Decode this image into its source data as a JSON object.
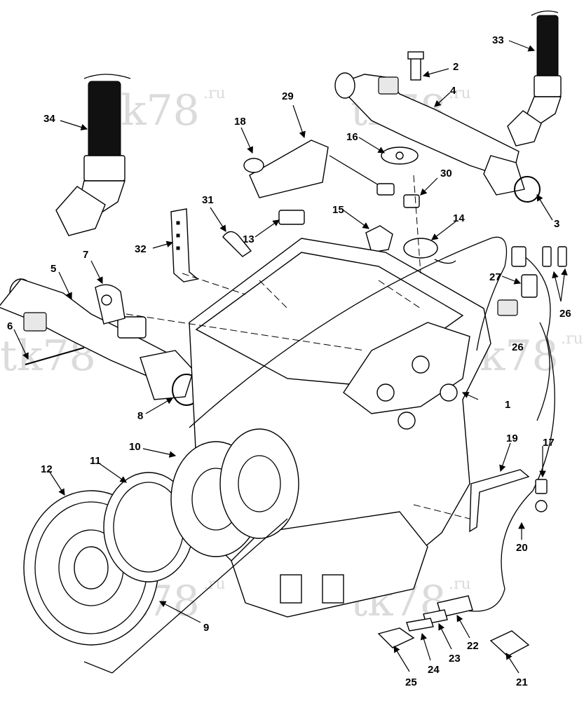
{
  "callouts": [
    {
      "id": "c1",
      "text": "1"
    },
    {
      "id": "c2",
      "text": "2"
    },
    {
      "id": "c3",
      "text": "3"
    },
    {
      "id": "c4",
      "text": "4"
    },
    {
      "id": "c5",
      "text": "5"
    },
    {
      "id": "c6",
      "text": "6"
    },
    {
      "id": "c7",
      "text": "7"
    },
    {
      "id": "c8",
      "text": "8"
    },
    {
      "id": "c9",
      "text": "9"
    },
    {
      "id": "c10",
      "text": "10"
    },
    {
      "id": "c11",
      "text": "11"
    },
    {
      "id": "c12",
      "text": "12"
    },
    {
      "id": "c13",
      "text": "13"
    },
    {
      "id": "c14",
      "text": "14"
    },
    {
      "id": "c15",
      "text": "15"
    },
    {
      "id": "c16",
      "text": "16"
    },
    {
      "id": "c17",
      "text": "17"
    },
    {
      "id": "c18",
      "text": "18"
    },
    {
      "id": "c19",
      "text": "19"
    },
    {
      "id": "c20",
      "text": "20"
    },
    {
      "id": "c21",
      "text": "21"
    },
    {
      "id": "c22",
      "text": "22"
    },
    {
      "id": "c23",
      "text": "23"
    },
    {
      "id": "c24",
      "text": "24"
    },
    {
      "id": "c25",
      "text": "25"
    },
    {
      "id": "c26a",
      "text": "26"
    },
    {
      "id": "c26b",
      "text": "26"
    },
    {
      "id": "c27",
      "text": "27"
    },
    {
      "id": "c29",
      "text": "29"
    },
    {
      "id": "c30",
      "text": "30"
    },
    {
      "id": "c31",
      "text": "31"
    },
    {
      "id": "c32",
      "text": "32"
    },
    {
      "id": "c33",
      "text": "33"
    },
    {
      "id": "c34",
      "text": "34"
    }
  ],
  "watermark": {
    "main": "tk78",
    "suffix": ".ru"
  }
}
